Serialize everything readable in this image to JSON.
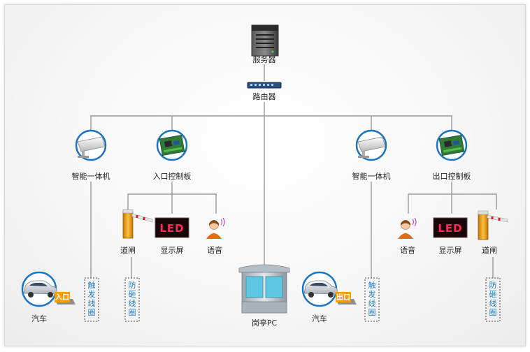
{
  "labels": {
    "server": "服务器",
    "router": "路由器",
    "camera_left": "智能一体机",
    "board_entry": "入口控制板",
    "camera_right": "智能一体机",
    "board_exit": "出口控制板",
    "gate_left": "道闸",
    "display_left": "显示屏",
    "voice_left": "语音",
    "voice_right": "语音",
    "display_right": "显示屏",
    "gate_right": "道闸",
    "car_left": "汽车",
    "car_right": "汽车",
    "booth": "岗亭PC"
  },
  "vertical_labels": {
    "trigger_left": [
      "触",
      "发",
      "线",
      "圈"
    ],
    "antismash_left": [
      "防",
      "砸",
      "线",
      "圈"
    ],
    "trigger_right": [
      "触",
      "发",
      "线",
      "圈"
    ],
    "antismash_right": [
      "防",
      "砸",
      "线",
      "圈"
    ]
  },
  "tags": {
    "entry": "入口",
    "exit": "出口"
  },
  "led_text": "LED",
  "colors": {
    "line": "#9a9a9a",
    "circle": "#1a73c0",
    "accent_orange": "#f0a010",
    "vertical_text": "#1f7fc9"
  }
}
